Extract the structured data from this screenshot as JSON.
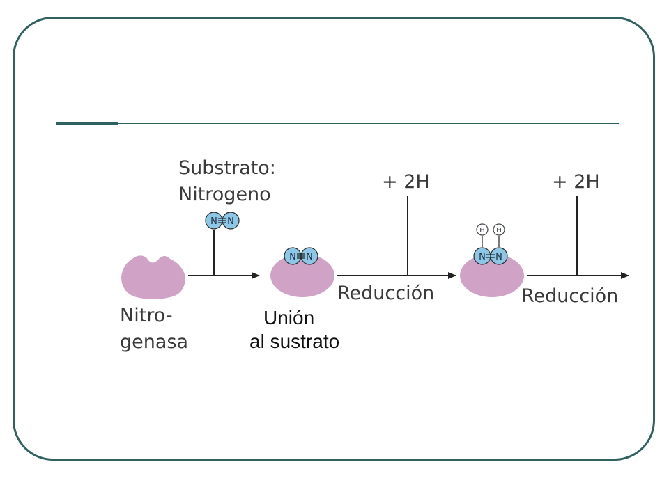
{
  "labels": {
    "substrate_line1": "Substrato:",
    "substrate_line2": "Nitrogeno",
    "enzyme_line1": "Nitro-",
    "enzyme_line2": "genasa",
    "binding_line1": "Unión",
    "binding_line2": "al sustrato",
    "step1_add": "+ 2H",
    "step1_label": "Reducción",
    "step2_add": "+ 2H",
    "step2_label": "Reducción"
  },
  "atoms": {
    "nitrogen": "N",
    "hydrogen": "H"
  },
  "colors": {
    "frame": "#2f6160",
    "enzyme": "#cfa2c6",
    "nitrogen_atom": "#8cc7e8",
    "text": "#3a3a3a"
  }
}
